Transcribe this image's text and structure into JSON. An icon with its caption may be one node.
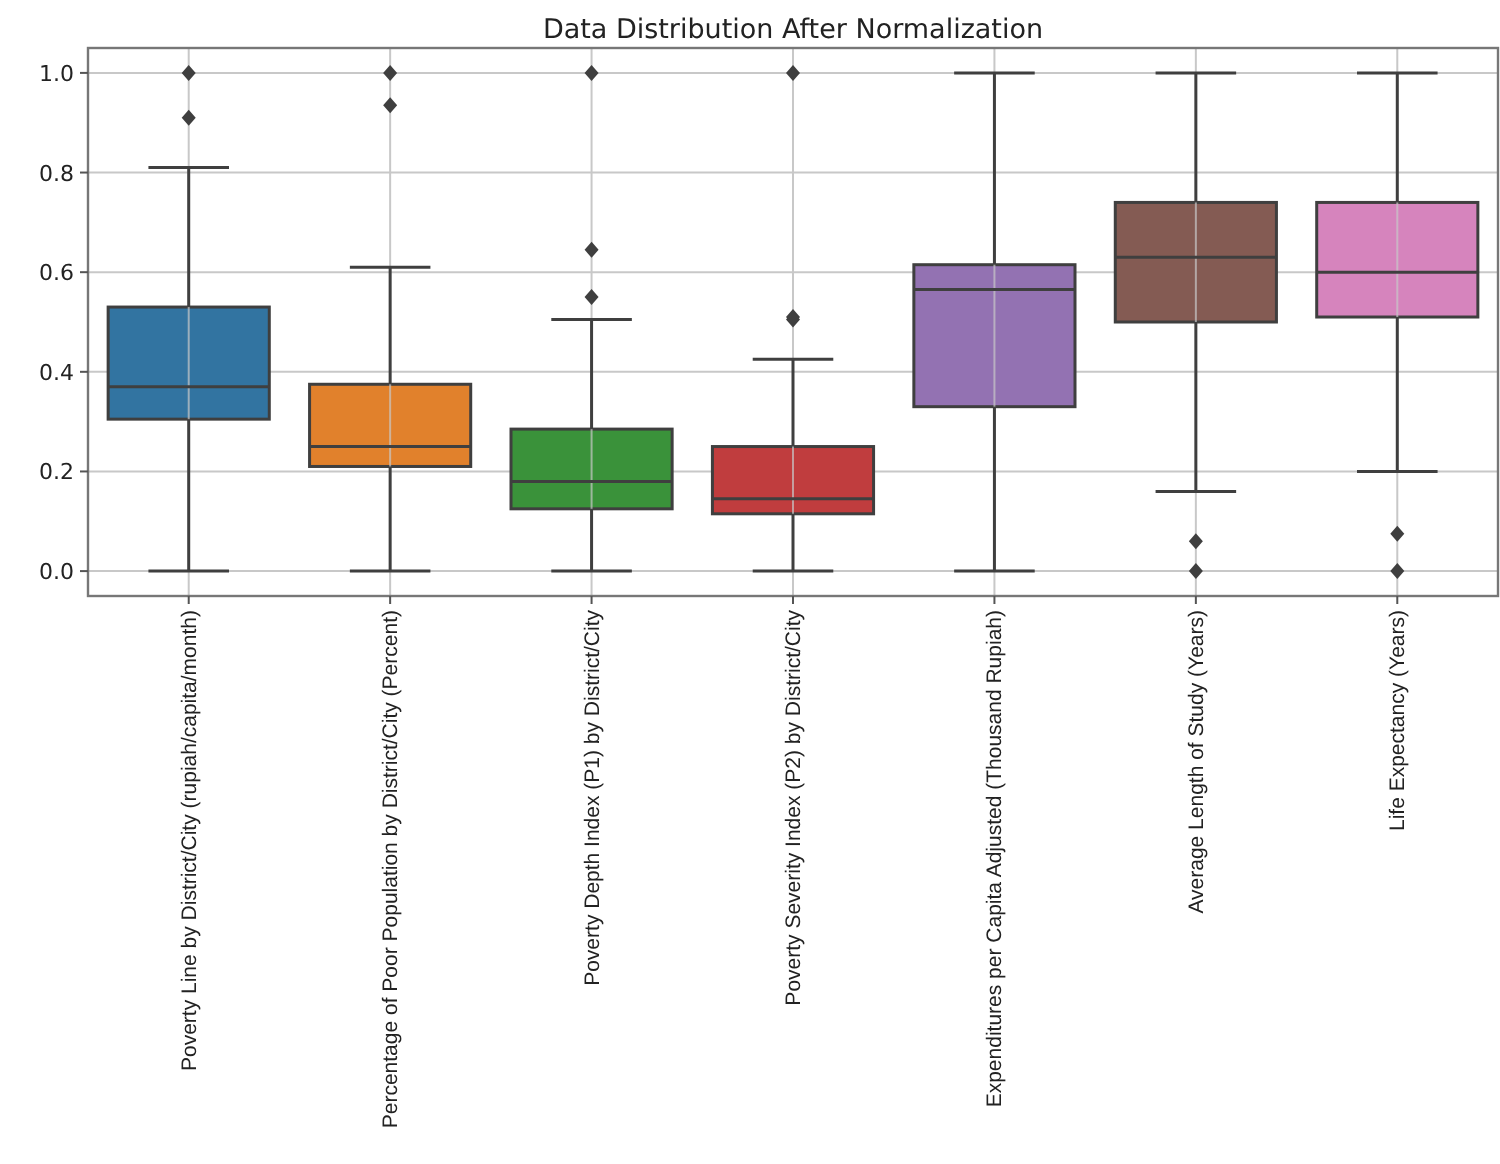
{
  "diagram": {
    "title": "Data Distribution After Normalization",
    "labels": [
      "1.0",
      "0.8",
      "0.6",
      "0.4",
      "0.2",
      "0.0",
      "Poverty Line by District/City (rupiah/capita/month)",
      "Percentage of Poor Population by District/City (Percent)",
      "Poverty Depth Index (P1) by District/City",
      "Poverty Severity Index (P2) by District/City",
      "Expenditures per Capita Adjusted (Thousand Rupiah)",
      "Average Length of Study (Years)",
      "Life Expectancy (Years)"
    ]
  }
}
